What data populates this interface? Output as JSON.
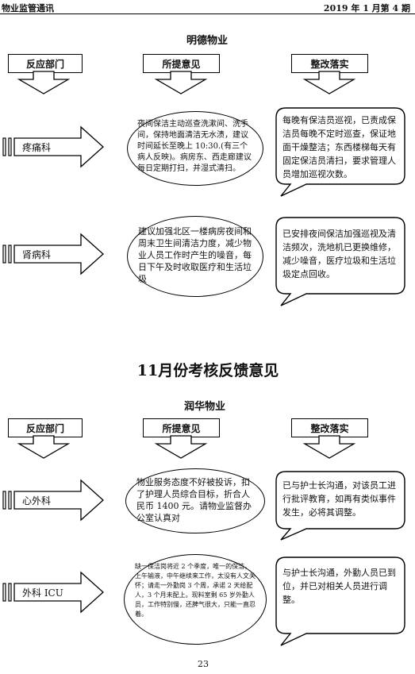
{
  "header": {
    "left": "物业监管通讯",
    "right": "2019 年 1 月第 4 期"
  },
  "section1": {
    "title": "明德物业",
    "columns": [
      "反应部门",
      "所提意见",
      "整改落实"
    ],
    "rows": [
      {
        "dept": "疼痛科",
        "opinion": "夜间保洁主动巡查洗漱间、洗手间，保持地面清洁无水渍，建议时间延长至晚上 10:30.(有三个病人反映)。病房东、西走廊建议每日定期打扫，并湿式清扫。",
        "fix": "每晚有保洁员巡视，已责成保洁员每晚不定时巡查，保证地面干燥整洁；东西楼梯每天有固定保洁员清扫，要求管理人员增加巡视次数。"
      },
      {
        "dept": "肾病科",
        "opinion": "建议加强北区一楼病房夜间和周末卫生间清洁力度，减少物业人员工作时产生的噪音，每日下午及时收取医疗和生活垃圾",
        "fix": "已安排夜间保洁加强巡视及清洁频次，洗地机已更换维修，减少噪音，医疗垃圾和生活垃圾定点回收。"
      }
    ]
  },
  "main_title": "11月份考核反馈意见",
  "section2": {
    "title": "润华物业",
    "columns": [
      "反应部门",
      "所提意见",
      "整改落实"
    ],
    "rows": [
      {
        "dept": "心外科",
        "opinion": "物业服务态度不好被投诉，扣了护理人员综合目标，折合人民币 1400 元。请物业监督办公室认真对",
        "fix": "已与护士长沟通，对该员工进行批评教育，如再有类似事件发生，必将其调整。"
      },
      {
        "dept": "外科 ICU",
        "opinion": "缺一保洁岗将近 2 个季度，唯一的保洁，上午输液，中午继续来工作，太没有人文关怀；请走一外勤岗 3 个周，承诺 2 天给配人，3 个月未配上。现料室剩 65 岁外勤人员，工作特别慢，还脾气很大，只能一直忍着。",
        "fix": "与护士长沟通，外勤人员已到位，并已对相关人员进行调整。"
      }
    ]
  },
  "page_number": "23"
}
